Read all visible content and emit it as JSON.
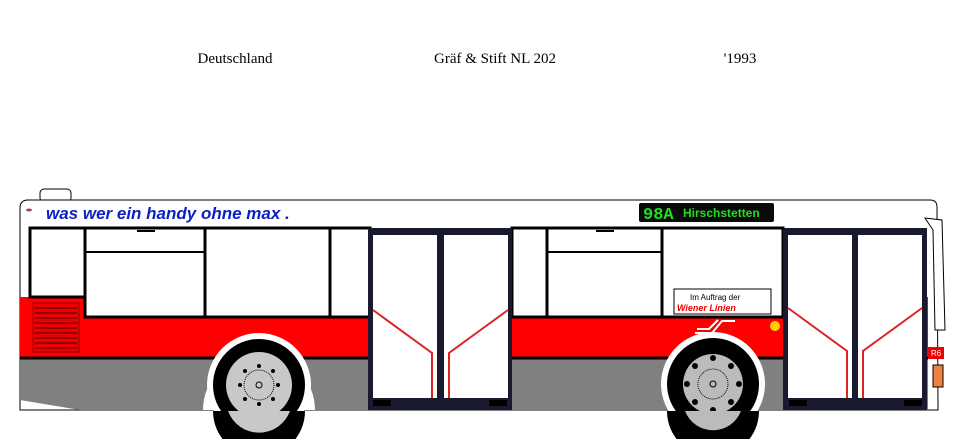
{
  "header": {
    "country": "Deutschland",
    "model": "Gräf & Stift NL 202",
    "year": "'1993"
  },
  "bus": {
    "slogan": "was wer ein handy ohne max .",
    "destination_display": {
      "route": "98A",
      "destination": "Hirschstetten"
    },
    "side_sign": {
      "line1": "Im Auftrag der",
      "line2": "Wiener Linien"
    },
    "plate_text": "R6",
    "colors": {
      "red": "#ff0000",
      "gray": "#808080",
      "display_green": "#22dd22",
      "slogan_blue": "#0a1fc4"
    }
  }
}
